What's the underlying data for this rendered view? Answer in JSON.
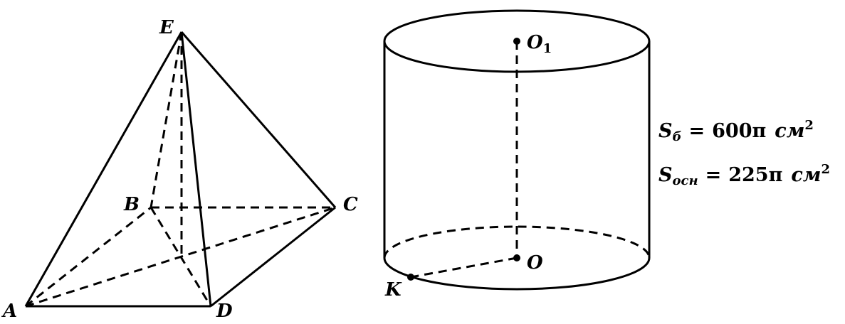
{
  "pyramid": {
    "vertices": {
      "A": "A",
      "B": "B",
      "C": "C",
      "D": "D",
      "E": "E"
    }
  },
  "cylinder": {
    "points": {
      "O1_main": "O",
      "O1_sub": "1",
      "O": "O",
      "K": "K"
    }
  },
  "formulas": [
    {
      "symbol": "S",
      "subscript": "б",
      "equals": "=",
      "value": "600π",
      "unit": "см",
      "power": "2"
    },
    {
      "symbol": "S",
      "subscript": "осн",
      "equals": "=",
      "value": "225π",
      "unit": "см",
      "power": "2"
    }
  ]
}
